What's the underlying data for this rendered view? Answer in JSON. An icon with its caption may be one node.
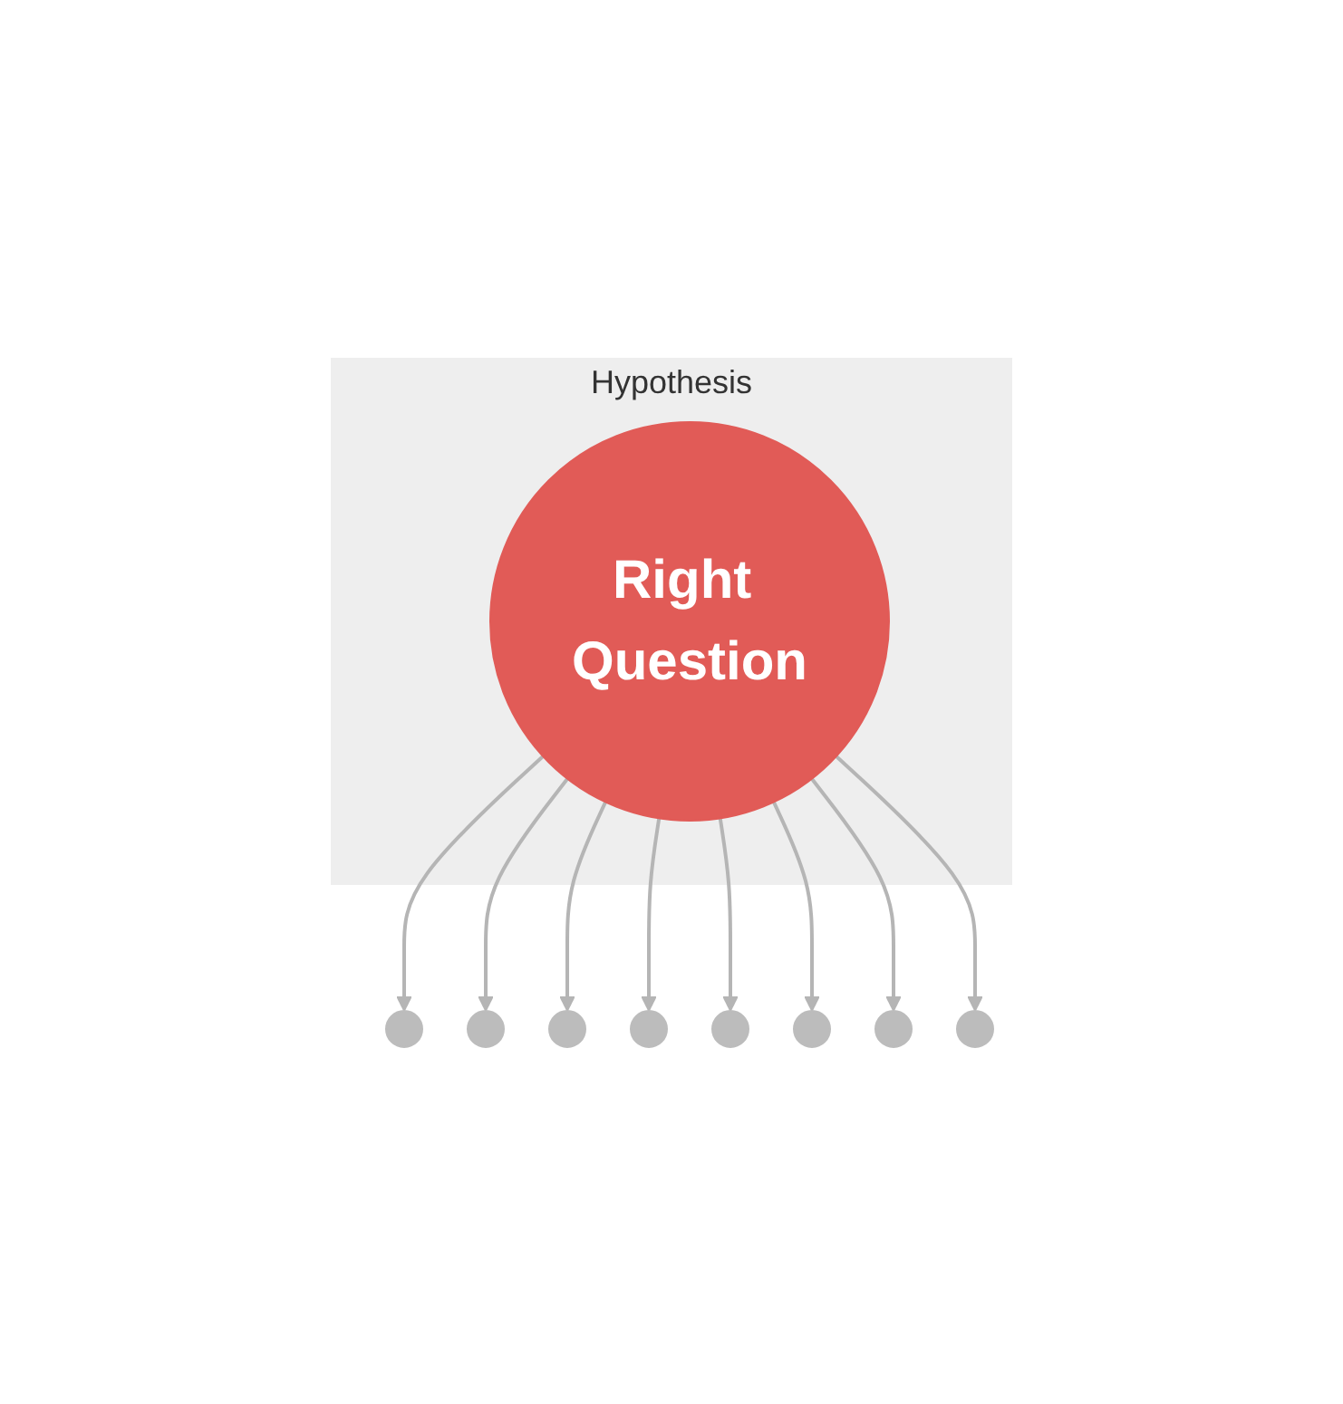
{
  "diagram": {
    "nodes": [
      {
        "text": [
          "Hypothesis"
        ]
      },
      {
        "text": [
          "Right Question"
        ],
        "in": 0
      },
      {
        "text": [],
        "shape": "circle"
      },
      {
        "text": [],
        "shape": "circle"
      },
      {
        "text": [],
        "shape": "circle"
      },
      {
        "text": [],
        "shape": "circle"
      },
      {
        "text": [],
        "shape": "circle"
      },
      {
        "text": [],
        "shape": "circle"
      },
      {
        "text": [],
        "shape": "circle"
      },
      {
        "text": [],
        "shape": "circle"
      }
    ],
    "edges": [
      {
        "from": 1,
        "to": 2,
        "arrow": "to"
      },
      {
        "from": 1,
        "to": 3,
        "arrow": "to"
      },
      {
        "from": 1,
        "to": 4,
        "arrow": "to"
      },
      {
        "from": 1,
        "to": 5,
        "arrow": "to"
      },
      {
        "from": 1,
        "to": 6,
        "arrow": "to"
      },
      {
        "from": 1,
        "to": 7,
        "arrow": "to"
      },
      {
        "from": 1,
        "to": 8,
        "arrow": "to"
      },
      {
        "from": 1,
        "to": 9,
        "arrow": "to"
      }
    ]
  }
}
